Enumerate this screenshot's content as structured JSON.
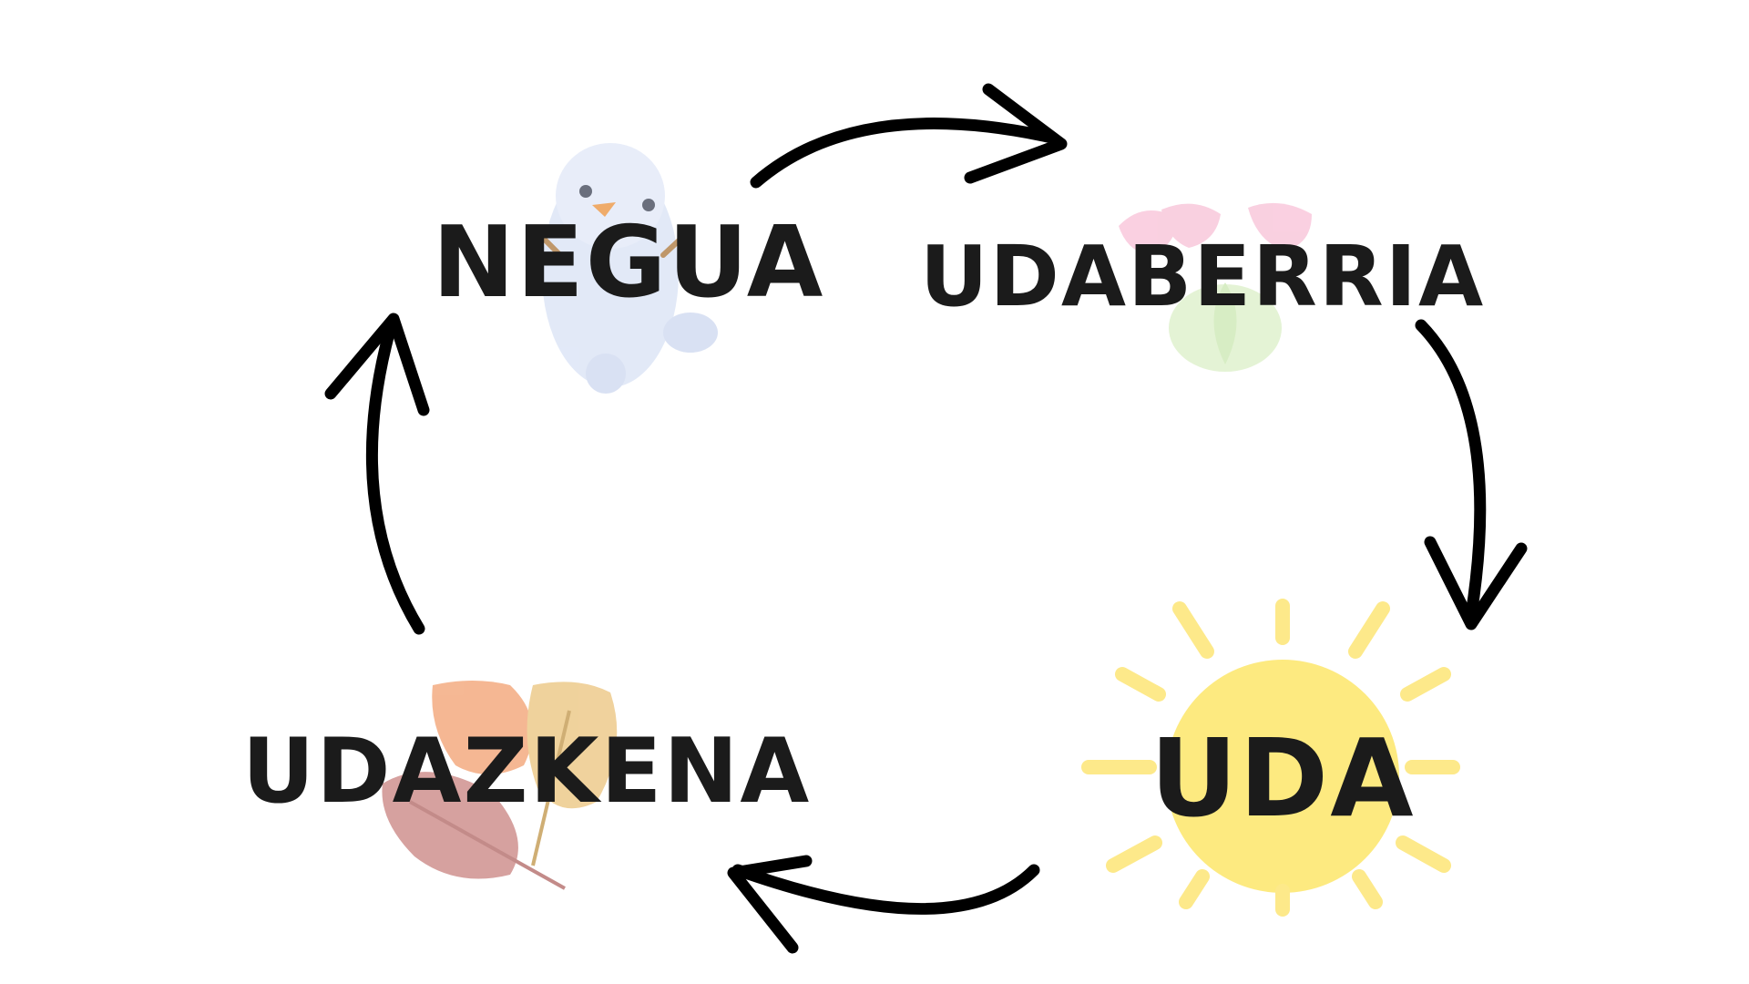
{
  "diagram": {
    "seasons": {
      "winter": {
        "label": "NEGUA",
        "illustration": "snowman-icon"
      },
      "spring": {
        "label": "UDABERRIA",
        "illustration": "tulip-flowers-icon"
      },
      "summer": {
        "label": "UDA",
        "illustration": "sun-icon"
      },
      "autumn": {
        "label": "UDAZKENA",
        "illustration": "autumn-leaves-icon"
      }
    },
    "cycle_order": [
      "NEGUA",
      "UDABERRIA",
      "UDA",
      "UDAZKENA"
    ],
    "colors": {
      "text": "#1b1b1b",
      "arrow": "#000000",
      "sun": "#fde66a",
      "snowman": "#dbe4f6",
      "flower_pink": "#f6b4cf",
      "leaf_green": "#cfeab3",
      "leaf_orange": "#f3a679",
      "leaf_yellow": "#ecc784",
      "leaf_red": "#cc8a88"
    }
  }
}
